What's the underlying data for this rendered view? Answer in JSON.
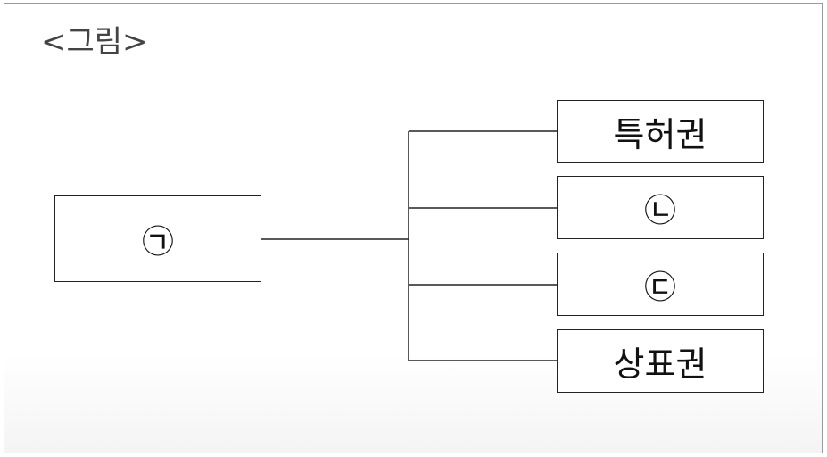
{
  "figure": {
    "caption": "<그림>"
  },
  "diagram": {
    "root": {
      "label": "㉠"
    },
    "children": [
      {
        "label": "특허권"
      },
      {
        "label": "㉡"
      },
      {
        "label": "㉢"
      },
      {
        "label": "상표권"
      }
    ]
  }
}
